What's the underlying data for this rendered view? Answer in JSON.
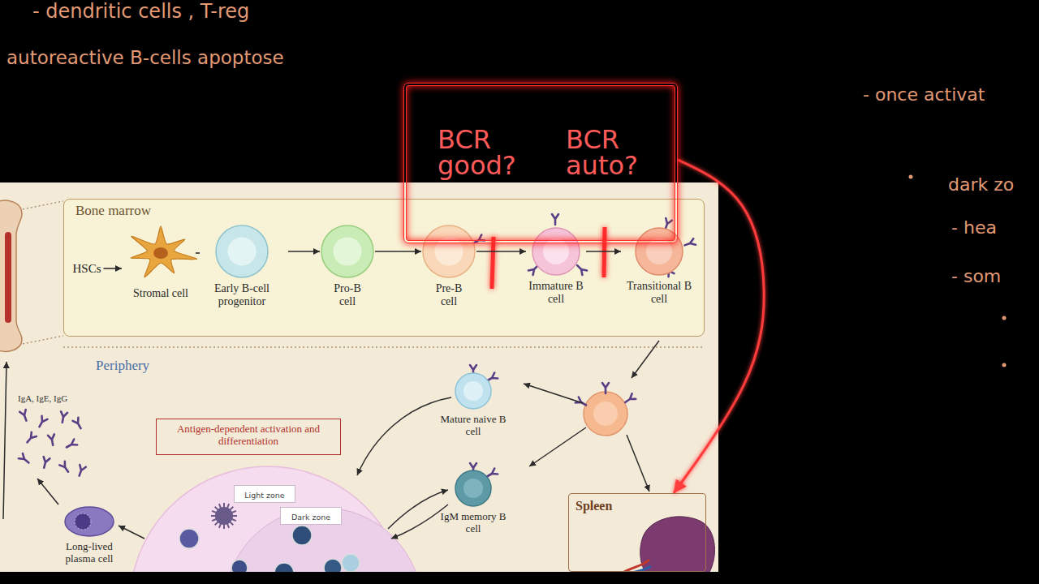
{
  "diagram": {
    "nodes": [
      {
        "text": [
          "Bone marrow"
        ]
      },
      {
        "text": [
          "HSCs"
        ],
        "in": 0
      },
      {
        "text": [
          "Stromal cell"
        ],
        "in": 0
      },
      {
        "text": [
          "Early B-cell progenitor"
        ],
        "in": 0
      },
      {
        "text": [
          "Pro-B cell"
        ],
        "in": 0
      },
      {
        "text": [
          "Pre-B cell"
        ],
        "in": 0
      },
      {
        "text": [
          "Immature B cell"
        ],
        "in": 0
      },
      {
        "text": [
          "Transitional B cell"
        ],
        "in": 0
      },
      {
        "text": [
          "BCR good?",
          "BCR auto?"
        ]
      },
      {
        "text": [
          "Mature naive B cell"
        ]
      },
      {
        "text": [
          "IgM memory B cell"
        ]
      },
      {
        "text": [
          "Antigen-dependent activation and differentiation"
        ]
      },
      {
        "text": [
          "Light zone"
        ]
      },
      {
        "text": [
          "Dark zone"
        ]
      },
      {
        "text": [
          "Long-lived plasma cell"
        ]
      },
      {
        "text": [
          "Spleen"
        ]
      }
    ],
    "edges": [
      {
        "from": 1,
        "to": 2,
        "arrow": "to"
      },
      {
        "from": 2,
        "to": 3,
        "arrow": "none"
      },
      {
        "from": 3,
        "to": 4,
        "arrow": "to"
      },
      {
        "from": 4,
        "to": 5,
        "arrow": "to"
      },
      {
        "from": 5,
        "to": 6,
        "arrow": "to"
      },
      {
        "from": 6,
        "to": 7,
        "arrow": "to"
      },
      {
        "from": 8,
        "to": 15,
        "arrow": "to"
      }
    ],
    "labels": [
      "- dendritic cells , T-reg",
      "autoreactive B-cells apoptose",
      "- once activat",
      "dark zo",
      "- hea",
      "- som",
      "Periphery",
      "IgA, IgE, IgG"
    ]
  }
}
